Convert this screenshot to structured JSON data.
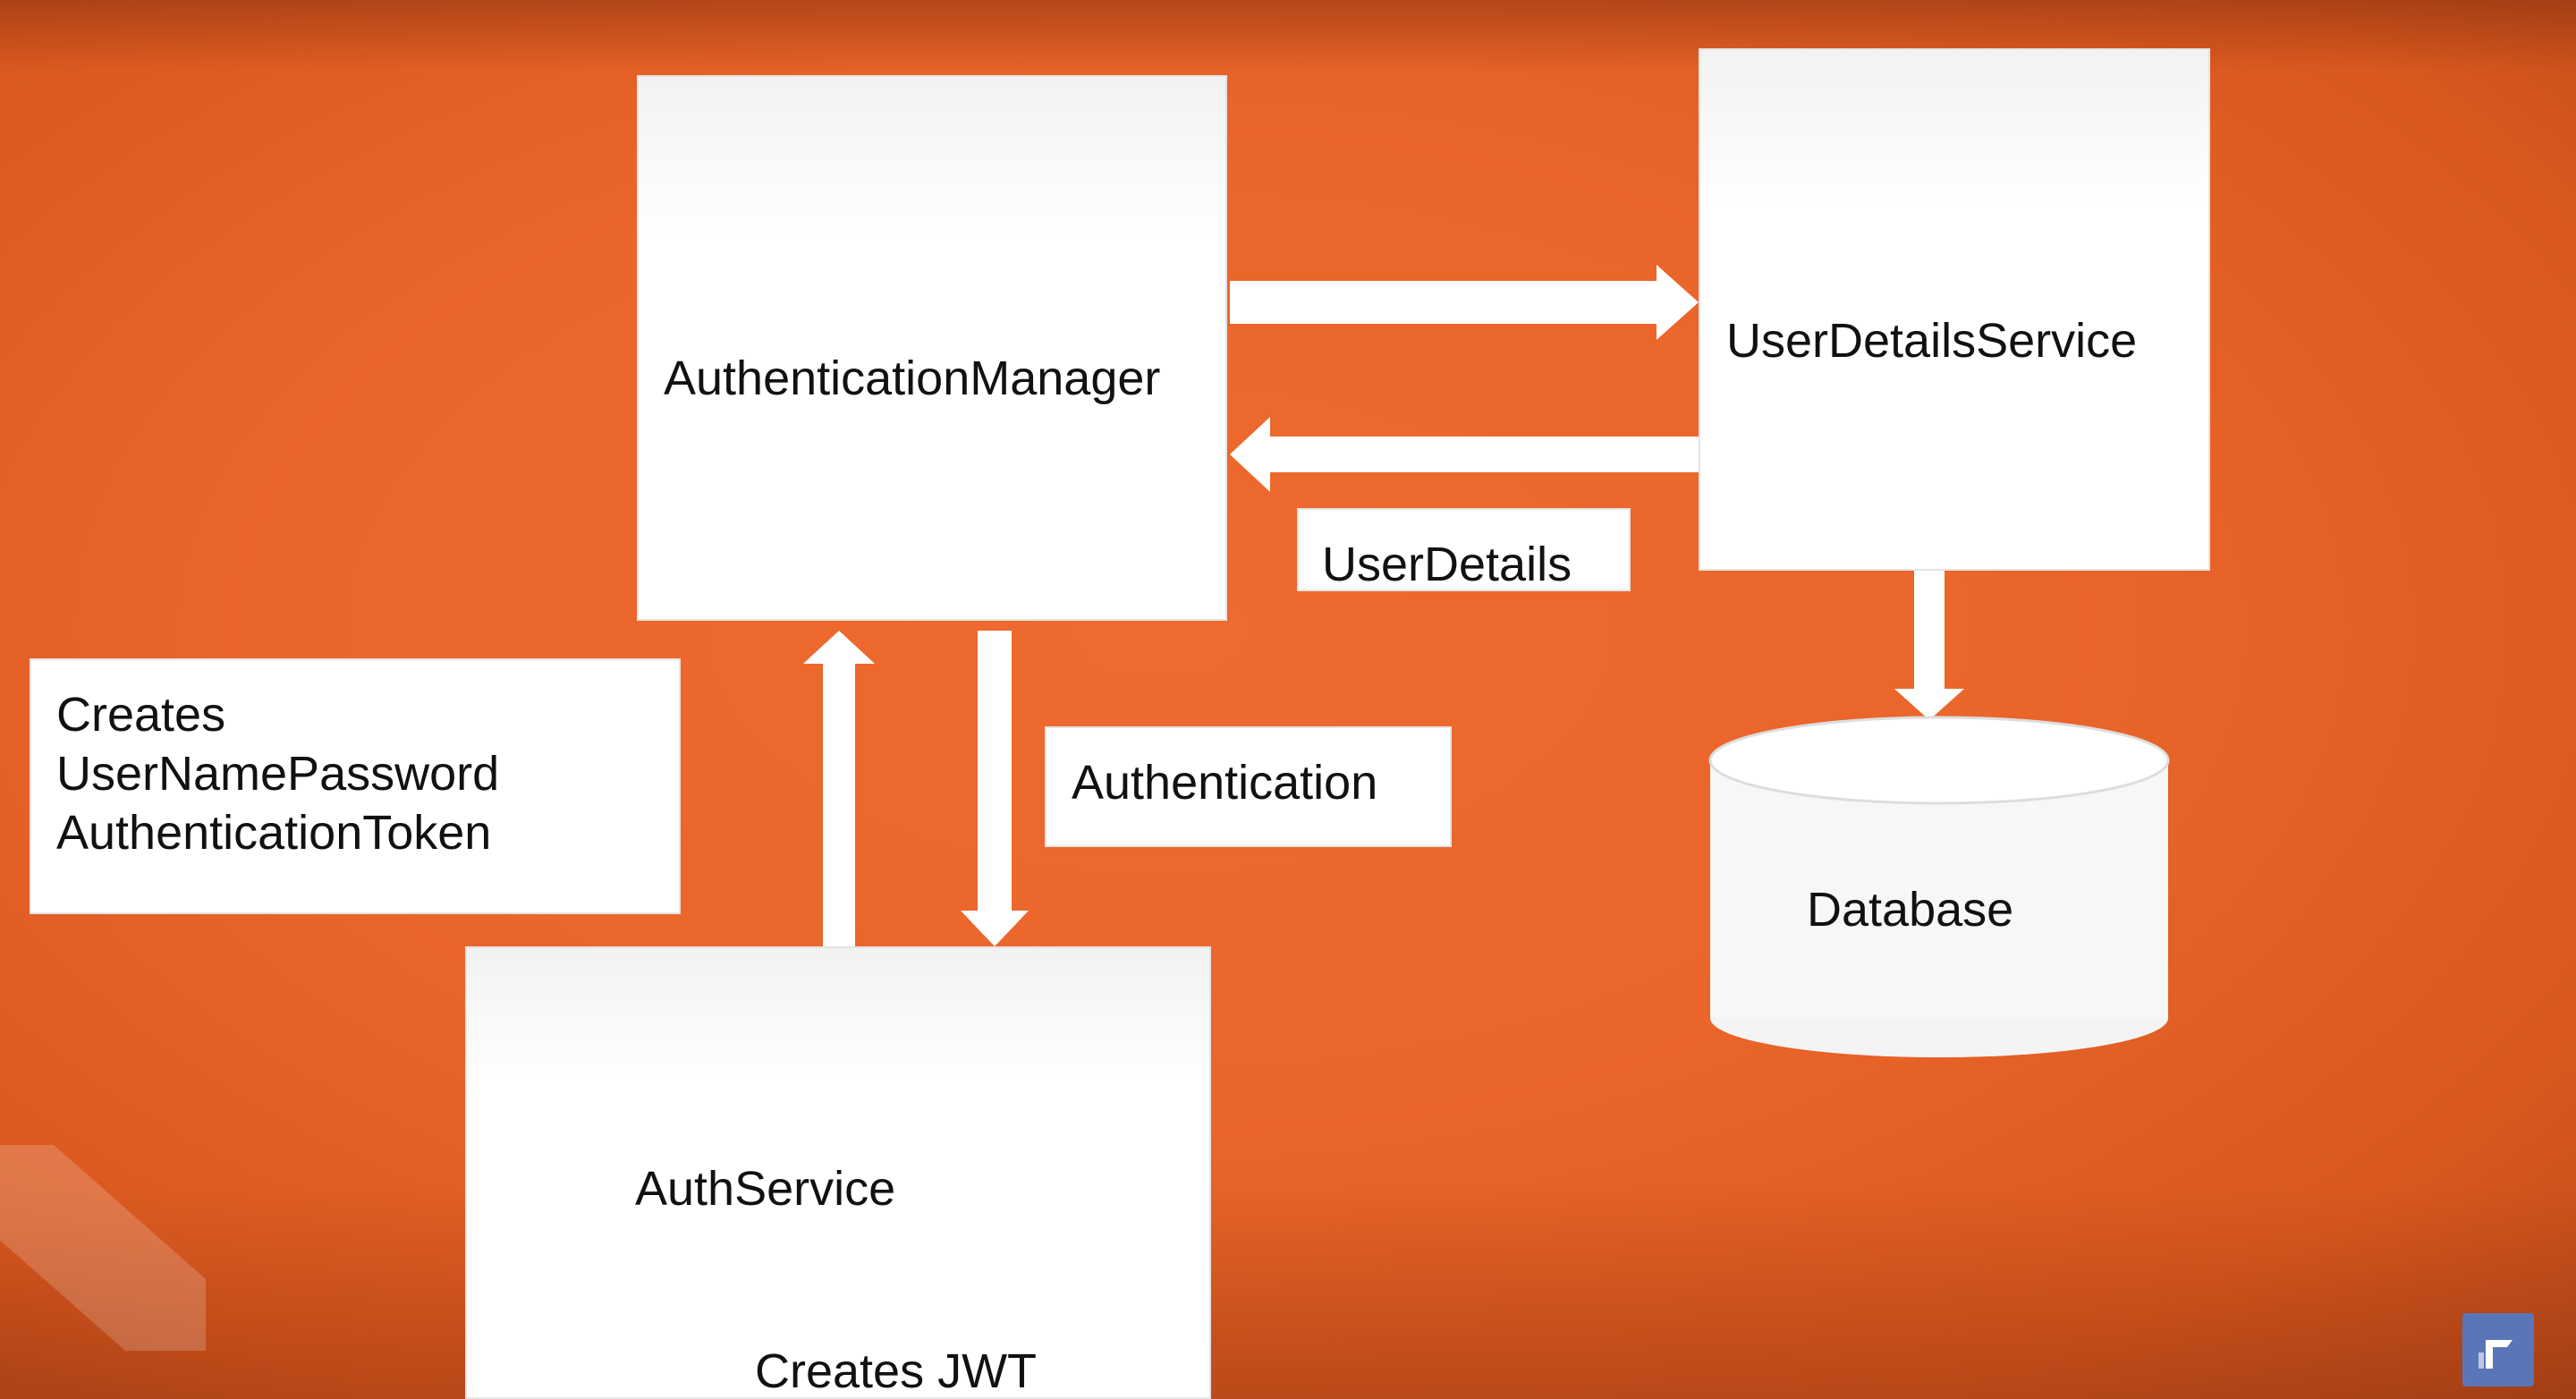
{
  "nodes": {
    "authentication_manager": "AuthenticationManager",
    "user_details_service": "UserDetailsService",
    "user_details": "UserDetails",
    "authentication": "Authentication",
    "creates_token": [
      "Creates",
      "UserNamePassword",
      "AuthenticationToken"
    ],
    "auth_service": "AuthService",
    "creates_jwt": "Creates JWT",
    "database": "Database"
  },
  "colors": {
    "background": "#ea652a",
    "box": "#ffffff",
    "arrow": "#ffffff",
    "logo": "#5b76b8"
  },
  "icons": {
    "watermark": "chevron-watermark-icon",
    "logo": "channel-logo-icon"
  }
}
